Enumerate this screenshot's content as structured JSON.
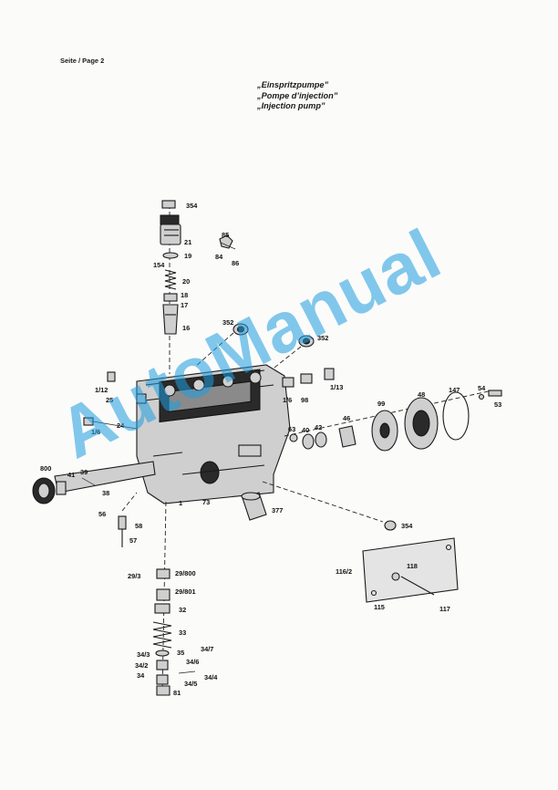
{
  "header": {
    "page_label": "Seite / Page 2",
    "titles": [
      "„Einspritzpumpe”",
      "„Pompe d’injection”",
      "„Injection pump”"
    ]
  },
  "parts": [
    "354",
    "21",
    "19",
    "154",
    "85",
    "84",
    "86",
    "20",
    "18",
    "17",
    "16",
    "352",
    "352",
    "1/12",
    "25",
    "1/6",
    "1/6",
    "98",
    "1/13",
    "24",
    "63",
    "40",
    "42",
    "46",
    "99",
    "48",
    "147",
    "54",
    "53",
    "800",
    "41",
    "39",
    "38",
    "1",
    "73",
    "377",
    "56",
    "58",
    "57",
    "354",
    "116/2",
    "118",
    "115",
    "117",
    "29/3",
    "29/800",
    "29/801",
    "32",
    "33",
    "35",
    "34/7",
    "34/3",
    "34/2",
    "34/6",
    "34",
    "34/5",
    "34/4",
    "81"
  ],
  "watermark": "AutoManual",
  "colors": {
    "watermark": "#1e9ee0",
    "ink": "#1a1a1a",
    "paper": "#fbfbfa"
  }
}
